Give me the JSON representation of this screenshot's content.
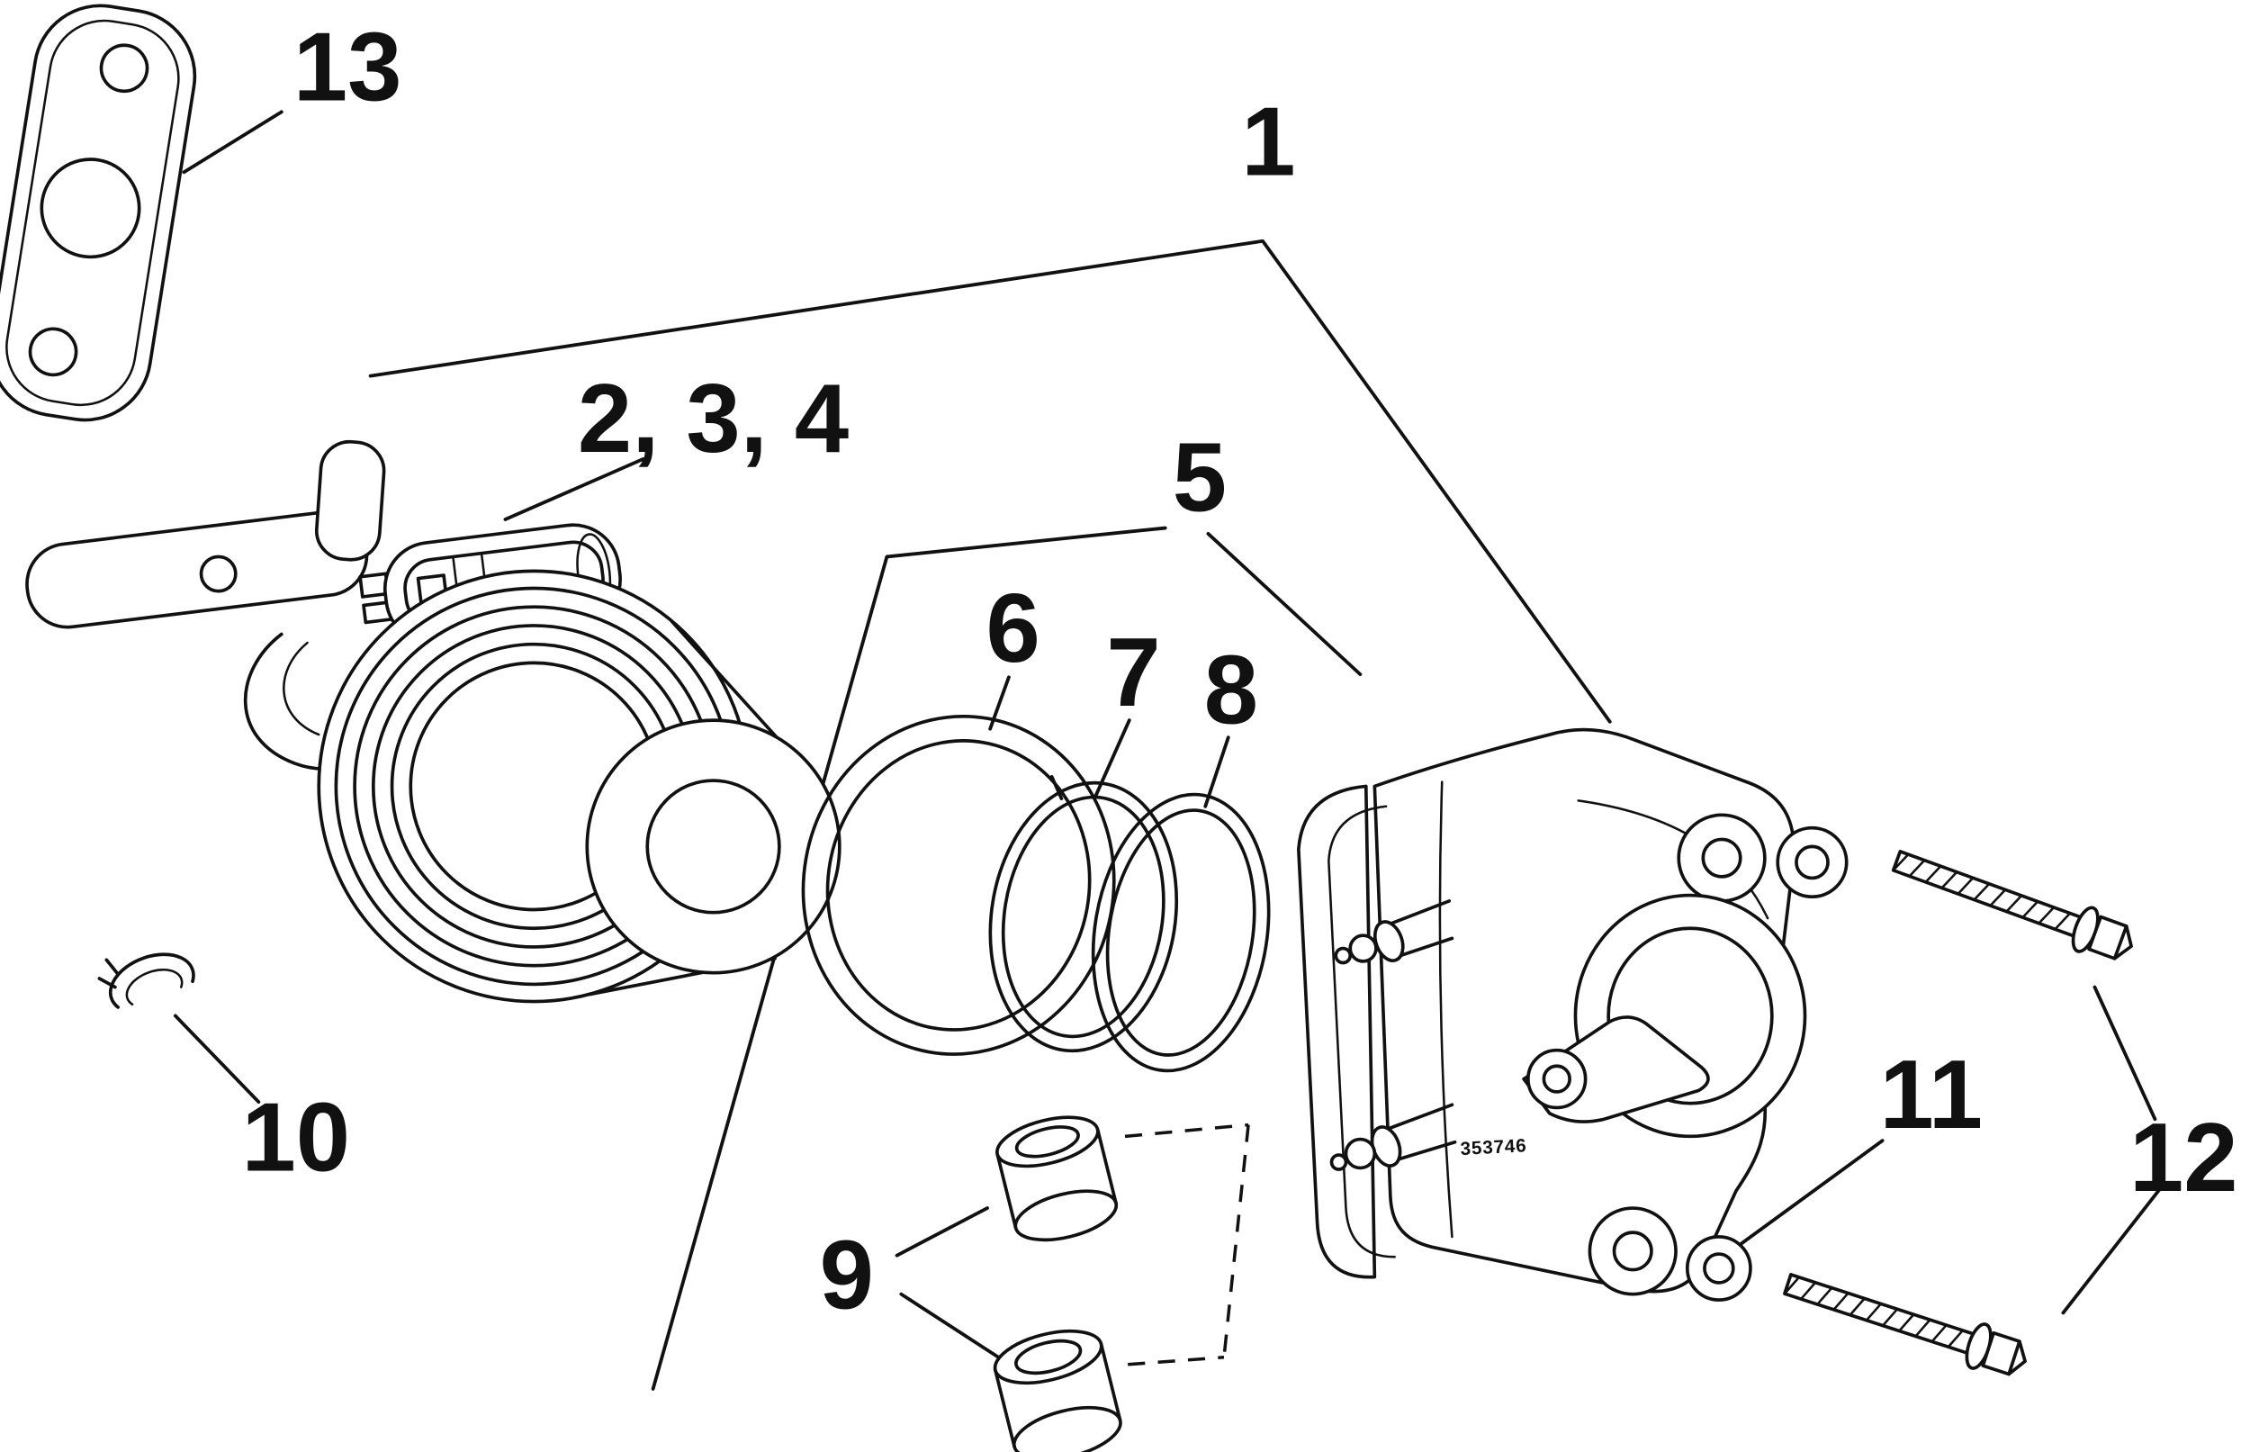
{
  "diagram": {
    "background": "#ffffff",
    "ink": "#111111",
    "stamp": "353746"
  },
  "callouts": {
    "c1": "1",
    "c234": "2, 3, 4",
    "c5": "5",
    "c6": "6",
    "c7": "7",
    "c8": "8",
    "c9": "9",
    "c10": "10",
    "c11": "11",
    "c12": "12",
    "c13": "13"
  }
}
